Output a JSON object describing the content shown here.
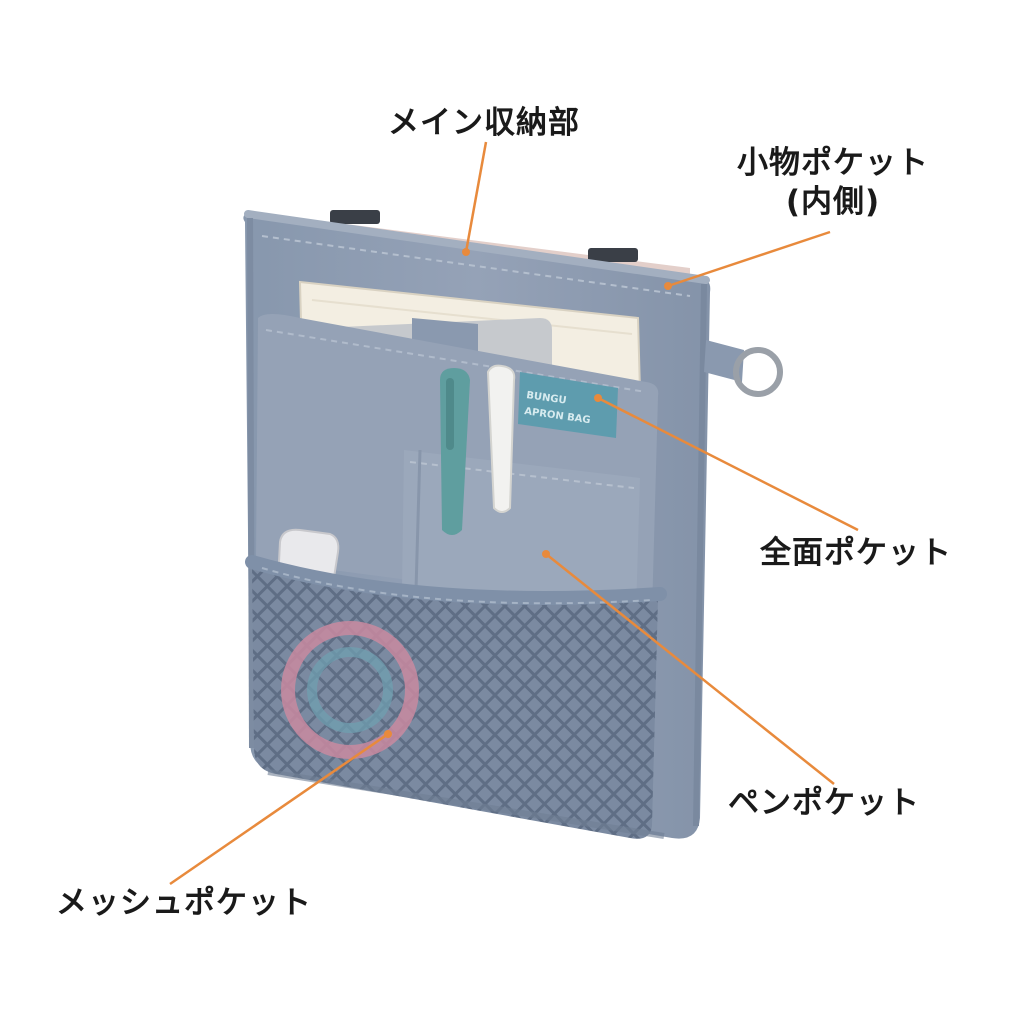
{
  "labels": {
    "main_compartment": "メイン収納部",
    "small_pocket_line1": "小物ポケット",
    "small_pocket_line2": "(内側)",
    "full_pocket": "全面ポケット",
    "pen_pocket": "ペンポケット",
    "mesh_pocket": "メッシュポケット"
  },
  "tag_text_line1": "BUNGU",
  "tag_text_line2": "APRON BAG",
  "colors": {
    "pouch": "#8e9cb2",
    "pouch_dark": "#7b8aa1",
    "pouch_light": "#a4b0c2",
    "lining": "#e3cfca",
    "leader": "#e88a3c",
    "tag": "#5e9cae",
    "pen_teal": "#5f9e9f",
    "mesh": "#6f7f96"
  }
}
